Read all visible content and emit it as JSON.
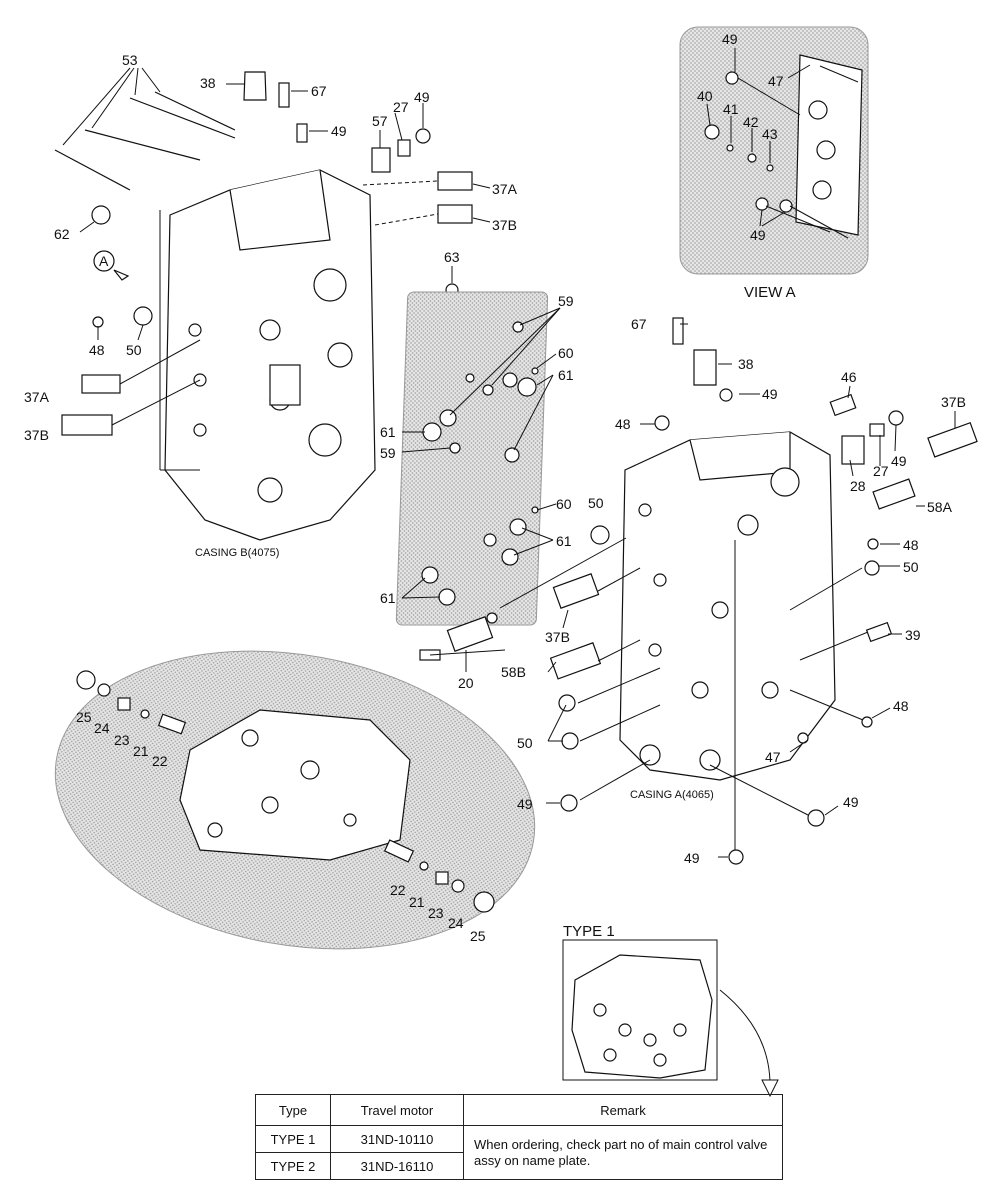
{
  "callouts": {
    "c53": "53",
    "c38a": "38",
    "c67a": "67",
    "c27a": "27",
    "c49a": "49",
    "c57": "57",
    "c49b": "49",
    "c37Aa": "37A",
    "c37Ba": "37B",
    "c62": "62",
    "cA": "A",
    "c63": "63",
    "c48a": "48",
    "c50a": "50",
    "c37Ab": "37A",
    "c37Bb": "37B",
    "c59a": "59",
    "c60a": "60",
    "c61a": "61",
    "c61b": "61",
    "c59b": "59",
    "c60b": "60",
    "c61c": "61",
    "c61d": "61",
    "c20": "20",
    "c49v1": "49",
    "c47v": "47",
    "c40": "40",
    "c41": "41",
    "c42": "42",
    "c43": "43",
    "c49v2": "49",
    "c67b": "67",
    "c38b": "38",
    "c49c": "49",
    "c46": "46",
    "c48b": "48",
    "c37Bc": "37B",
    "c28": "28",
    "c27b": "27",
    "c49d": "49",
    "c50b": "50",
    "c58A": "58A",
    "c48c": "48",
    "c50c": "50",
    "c39": "39",
    "c37Bd": "37B",
    "c58B": "58B",
    "c48d": "48",
    "c50d": "50",
    "c47b": "47",
    "c49e": "49",
    "c49f": "49",
    "c49g": "49",
    "c25a": "25",
    "c24a": "24",
    "c23a": "23",
    "c21a": "21",
    "c22a": "22",
    "c22b": "22",
    "c21b": "21",
    "c23b": "23",
    "c24b": "24",
    "c25b": "25"
  },
  "captions": {
    "casing_b": "CASING B(4075)",
    "casing_a": "CASING A(4065)",
    "view_a": "VIEW A",
    "type1": "TYPE 1"
  },
  "table": {
    "headers": [
      "Type",
      "Travel motor",
      "Remark"
    ],
    "rows": [
      {
        "type": "TYPE 1",
        "motor": "31ND-10110"
      },
      {
        "type": "TYPE 2",
        "motor": "31ND-16110"
      }
    ],
    "remark": "When ordering, check part no of main control valve assy on name plate."
  }
}
